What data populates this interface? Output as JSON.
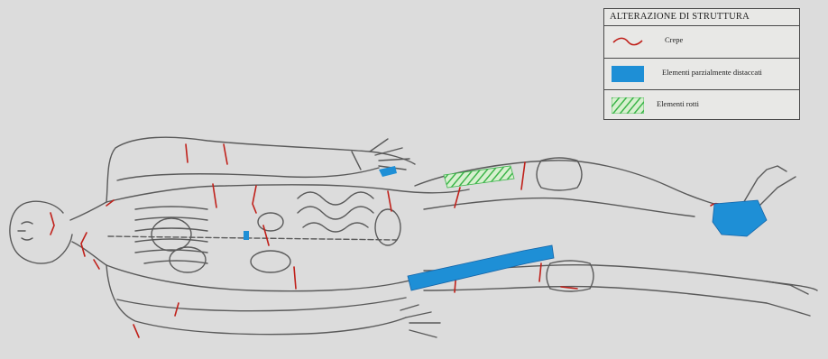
{
  "legend": {
    "title": "ALTERAZIONE DI STRUTTURA",
    "items": [
      {
        "label": "Crepe",
        "type": "line",
        "color": "#c0201a"
      },
      {
        "label": "Elementi parzialmente distaccati",
        "type": "fill",
        "color": "#1e8fd6"
      },
      {
        "label": "Elementi rotti",
        "type": "hatch",
        "color": "#3cb54a"
      }
    ]
  },
  "colors": {
    "crack": "#c0201a",
    "detached": "#1e8fd6",
    "broken": "#3cb54a",
    "outline": "#5a5a5a",
    "background": "#dcdcdc"
  }
}
